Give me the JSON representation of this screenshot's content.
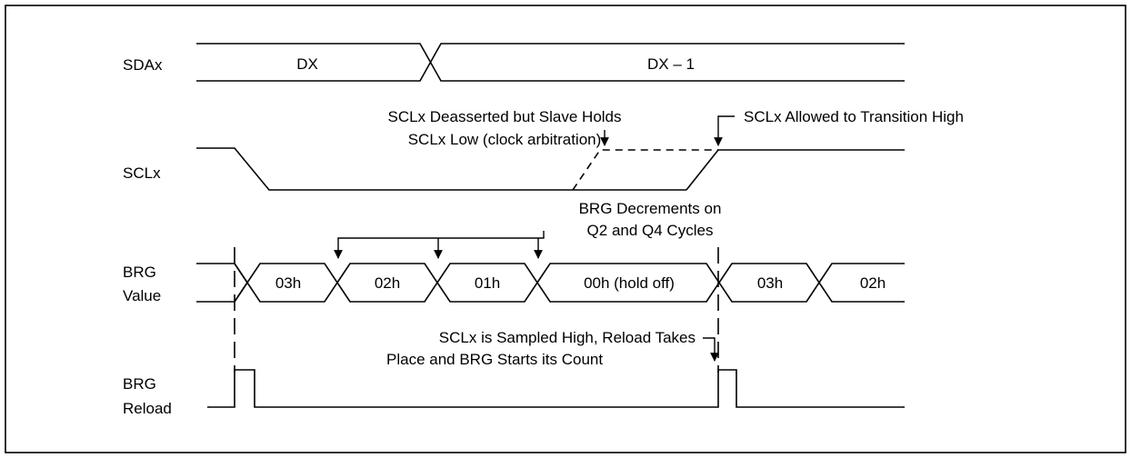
{
  "signals": {
    "sda": "SDAx",
    "scl": "SCLx",
    "brg_value": [
      "BRG",
      "Value"
    ],
    "brg_reload": [
      "BRG",
      "Reload"
    ]
  },
  "sda_segments": {
    "first": "DX",
    "second": "DX – 1"
  },
  "brg_segments": [
    "03h",
    "02h",
    "01h",
    "00h (hold off)",
    "03h",
    "02h"
  ],
  "annotations": {
    "slave_hold": [
      "SCLx Deasserted but Slave Holds",
      "SCLx Low (clock arbitration)"
    ],
    "allowed_high": "SCLx Allowed to Transition High",
    "brg_decrements": [
      "BRG Decrements on",
      "Q2 and Q4 Cycles"
    ],
    "sampled_high": [
      "SCLx is Sampled High, Reload Takes",
      "Place and BRG Starts its Count"
    ]
  }
}
